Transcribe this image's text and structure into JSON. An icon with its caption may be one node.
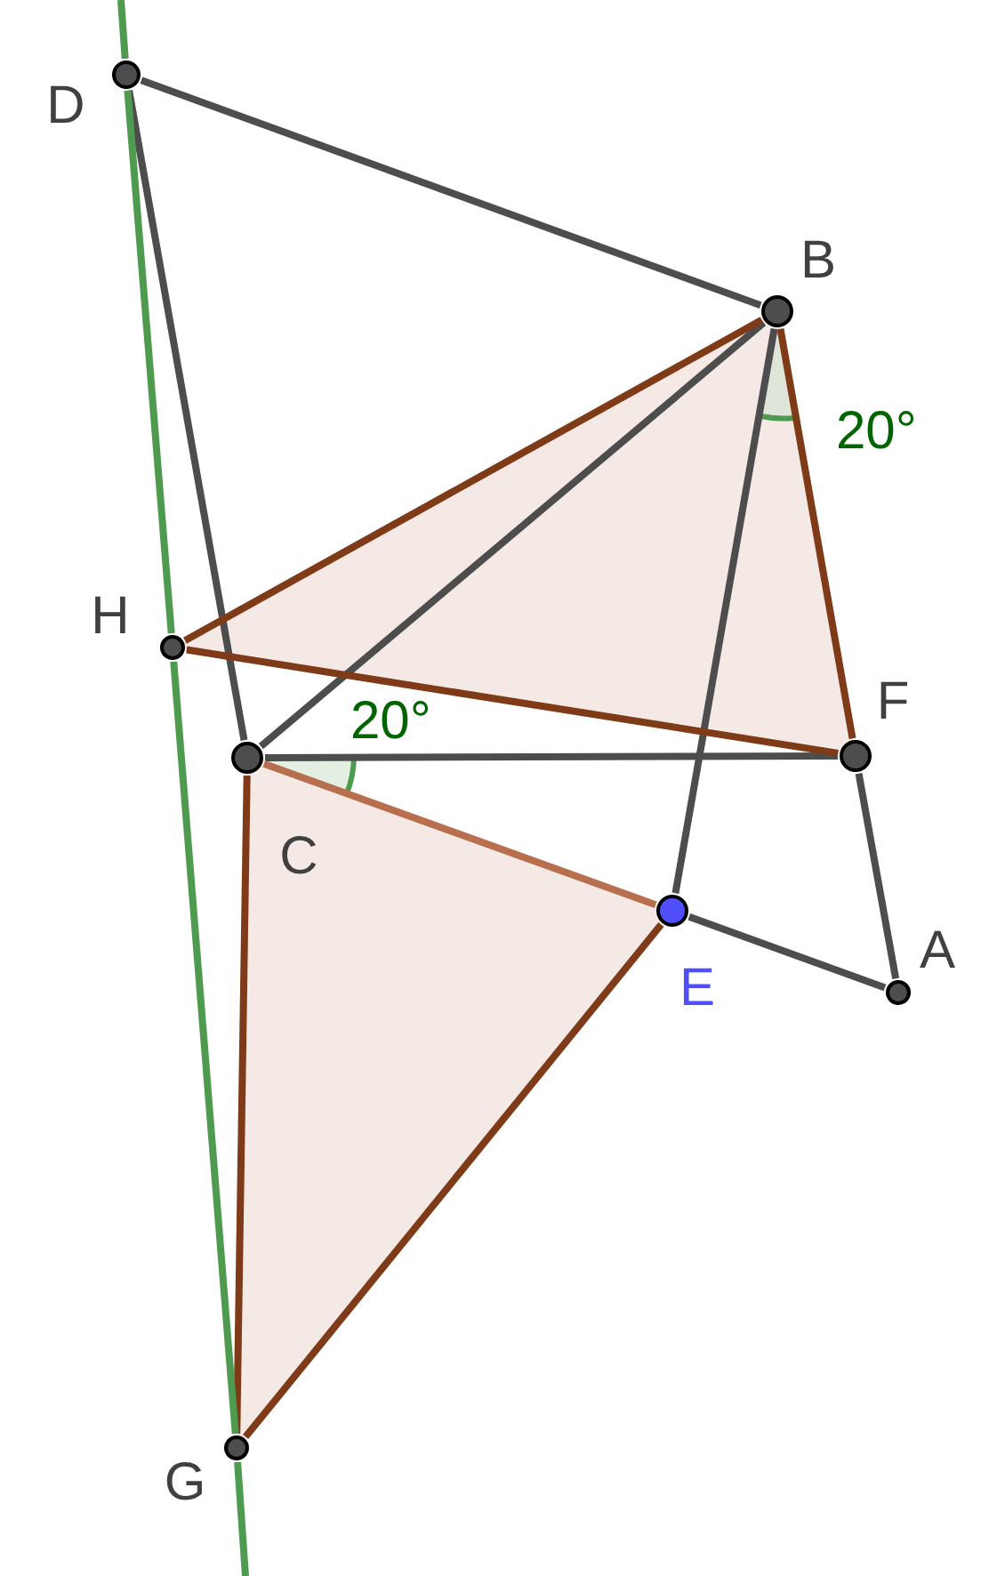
{
  "diagram": {
    "nodes": [
      {
        "text": [
          "D"
        ]
      },
      {
        "text": [
          "B"
        ]
      },
      {
        "text": [
          "H"
        ]
      },
      {
        "text": [
          "C"
        ]
      },
      {
        "text": [
          "F"
        ]
      },
      {
        "text": [
          "E"
        ]
      },
      {
        "text": [
          "A"
        ]
      },
      {
        "text": [
          "G"
        ]
      }
    ],
    "edges": [
      {
        "from": 0,
        "to": 1,
        "arrow": "none"
      },
      {
        "from": 0,
        "to": 3,
        "arrow": "none"
      },
      {
        "from": 3,
        "to": 1,
        "arrow": "none"
      },
      {
        "from": 1,
        "to": 5,
        "arrow": "none"
      },
      {
        "from": 4,
        "to": 6,
        "arrow": "none"
      },
      {
        "from": 5,
        "to": 6,
        "arrow": "none"
      },
      {
        "from": 3,
        "to": 4,
        "arrow": "none"
      },
      {
        "from": 1,
        "to": 4,
        "arrow": "none",
        "color": "#7f3a17"
      },
      {
        "from": 2,
        "to": 1,
        "arrow": "none",
        "color": "#7f3a17"
      },
      {
        "from": 2,
        "to": 4,
        "arrow": "none",
        "color": "#7f3a17"
      },
      {
        "from": 3,
        "to": 5,
        "arrow": "none",
        "color": "#b86f4e"
      },
      {
        "from": 5,
        "to": 7,
        "arrow": "none",
        "color": "#7f3a17"
      },
      {
        "from": 3,
        "to": 7,
        "arrow": "none",
        "color": "#7f3a17"
      },
      {
        "from": null,
        "to": 0,
        "arrow": "none",
        "color": "#4e9a4e"
      },
      {
        "from": 0,
        "to": 2,
        "arrow": "none",
        "color": "#4e9a4e"
      },
      {
        "from": 2,
        "to": 7,
        "arrow": "none",
        "color": "#4e9a4e"
      },
      {
        "from": 7,
        "to": null,
        "arrow": "none",
        "color": "#4e9a4e"
      }
    ],
    "labels": [
      "20°",
      "20°"
    ]
  }
}
